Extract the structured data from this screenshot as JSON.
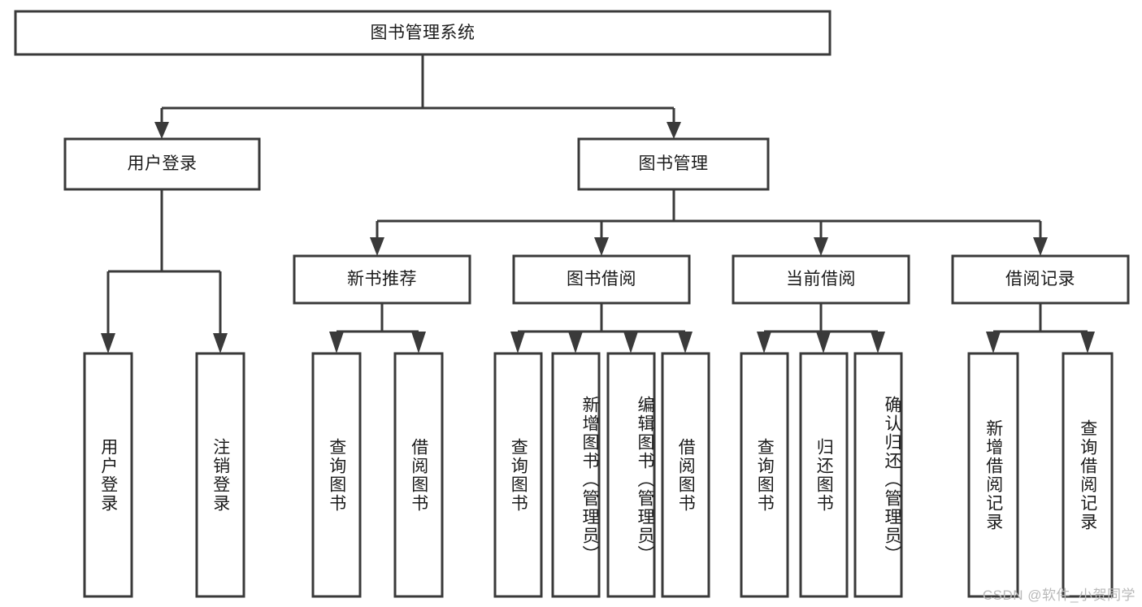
{
  "diagram": {
    "title": "图书管理系统",
    "type": "tree-hierarchy",
    "watermark": "CSDN @软件_小贺同学",
    "root": {
      "id": "root",
      "label": "图书管理系统"
    },
    "level1": [
      {
        "id": "user-login",
        "label": "用户登录"
      },
      {
        "id": "book-management",
        "label": "图书管理"
      }
    ],
    "level2": [
      {
        "id": "new-book-recommend",
        "label": "新书推荐",
        "parent": "book-management"
      },
      {
        "id": "book-borrow",
        "label": "图书借阅",
        "parent": "book-management"
      },
      {
        "id": "current-borrow",
        "label": "当前借阅",
        "parent": "book-management"
      },
      {
        "id": "borrow-record",
        "label": "借阅记录",
        "parent": "book-management"
      }
    ],
    "leaves": [
      {
        "id": "leaf-user-login",
        "label": "用户登录",
        "parent": "user-login",
        "align": "center"
      },
      {
        "id": "leaf-logout-login",
        "label": "注销登录",
        "parent": "user-login",
        "align": "center"
      },
      {
        "id": "leaf-query-book-1",
        "label": "查询图书",
        "parent": "new-book-recommend",
        "align": "center"
      },
      {
        "id": "leaf-borrow-book-1",
        "label": "借阅图书",
        "parent": "new-book-recommend",
        "align": "center"
      },
      {
        "id": "leaf-query-book-2",
        "label": "查询图书",
        "parent": "book-borrow",
        "align": "center"
      },
      {
        "id": "leaf-add-book",
        "label": "新增图书（管理员）",
        "parent": "book-borrow",
        "align": "top"
      },
      {
        "id": "leaf-edit-book",
        "label": "编辑图书（管理员）",
        "parent": "book-borrow",
        "align": "top"
      },
      {
        "id": "leaf-borrow-book-2",
        "label": "借阅图书",
        "parent": "book-borrow",
        "align": "center"
      },
      {
        "id": "leaf-query-book-3",
        "label": "查询图书",
        "parent": "current-borrow",
        "align": "center"
      },
      {
        "id": "leaf-return-book",
        "label": "归还图书",
        "parent": "current-borrow",
        "align": "center"
      },
      {
        "id": "leaf-confirm-return",
        "label": "确认归还（管理员）",
        "parent": "current-borrow",
        "align": "top"
      },
      {
        "id": "leaf-add-borrow-record",
        "label": "新增借阅记录",
        "parent": "borrow-record",
        "align": "center"
      },
      {
        "id": "leaf-query-borrow-record",
        "label": "查询借阅记录",
        "parent": "borrow-record",
        "align": "center"
      }
    ],
    "colors": {
      "stroke": "#3a3a3a",
      "fill": "#ffffff",
      "text": "#1b1b1b",
      "watermark": "#b9b9b9"
    }
  }
}
